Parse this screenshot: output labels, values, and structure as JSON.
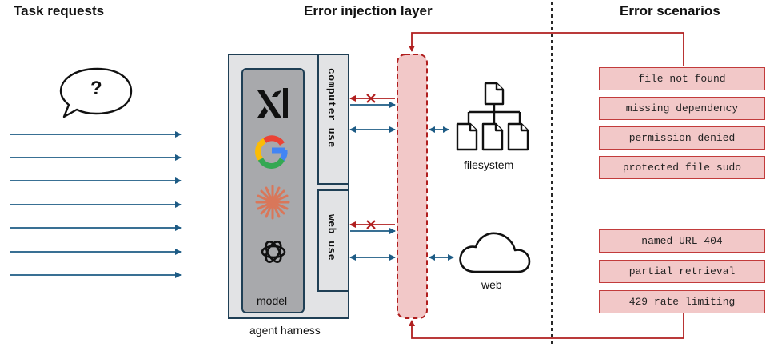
{
  "headers": {
    "task_requests": "Task requests",
    "error_injection": "Error injection layer",
    "error_scenarios": "Error scenarios"
  },
  "agent": {
    "model_label": "model",
    "harness_label": "agent harness",
    "models": [
      "xai-logo-icon",
      "google-logo-icon",
      "anthropic-logo-icon",
      "openai-logo-icon"
    ]
  },
  "tools": {
    "computer_use": "computer use",
    "web_use": "web use"
  },
  "resources": {
    "filesystem": "filesystem",
    "web": "web"
  },
  "task_icon_text": "?",
  "filesystem_errors": [
    "file not found",
    "missing dependency",
    "permission denied",
    "protected file sudo"
  ],
  "web_errors": [
    "named-URL 404",
    "partial retrieval",
    "429 rate limiting"
  ],
  "colors": {
    "error_red": "#b01e1e",
    "error_fill": "#f2c8c8",
    "arrow_blue": "#1d5b85",
    "panel_gray": "#e2e3e5",
    "model_gray": "#a8a9ac"
  }
}
